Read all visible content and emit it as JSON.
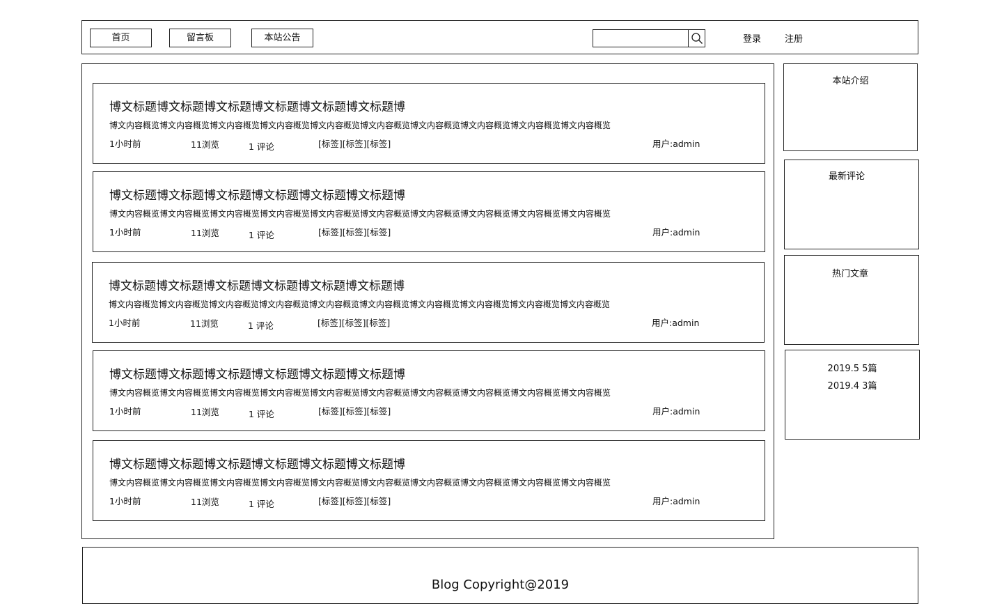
{
  "header": {
    "nav": {
      "home": "首页",
      "board": "留言板",
      "notice": "本站公告"
    },
    "search": {
      "value": "",
      "placeholder": ""
    },
    "login": "登录",
    "register": "注册"
  },
  "posts": [
    {
      "title": "博文标题博文标题博文标题博文标题博文标题博文标题博",
      "excerpt": "博文内容概览博文内容概览博文内容概览博文内容概览博文内容概览博文内容概览博文内容概览博文内容概览博文内容概览博文内容概览",
      "time": "1小时前",
      "views": "11浏览",
      "comments": "1 评论",
      "tags": [
        "[标签]",
        "[标签]",
        "[标签]"
      ],
      "user": "用户:admin"
    },
    {
      "title": "博文标题博文标题博文标题博文标题博文标题博文标题博",
      "excerpt": "博文内容概览博文内容概览博文内容概览博文内容概览博文内容概览博文内容概览博文内容概览博文内容概览博文内容概览博文内容概览",
      "time": "1小时前",
      "views": "11浏览",
      "comments": "1 评论",
      "tags": [
        "[标签]",
        "[标签]",
        "[标签]"
      ],
      "user": "用户:admin"
    },
    {
      "title": "博文标题博文标题博文标题博文标题博文标题博文标题博",
      "excerpt": "博文内容概览博文内容概览博文内容概览博文内容概览博文内容概览博文内容概览博文内容概览博文内容概览博文内容概览博文内容概览",
      "time": "1小时前",
      "views": "11浏览",
      "comments": "1 评论",
      "tags": [
        "[标签]",
        "[标签]",
        "[标签]"
      ],
      "user": "用户:admin"
    },
    {
      "title": "博文标题博文标题博文标题博文标题博文标题博文标题博",
      "excerpt": "博文内容概览博文内容概览博文内容概览博文内容概览博文内容概览博文内容概览博文内容概览博文内容概览博文内容概览博文内容概览",
      "time": "1小时前",
      "views": "11浏览",
      "comments": "1 评论",
      "tags": [
        "[标签]",
        "[标签]",
        "[标签]"
      ],
      "user": "用户:admin"
    },
    {
      "title": "博文标题博文标题博文标题博文标题博文标题博文标题博",
      "excerpt": "博文内容概览博文内容概览博文内容概览博文内容概览博文内容概览博文内容概览博文内容概览博文内容概览博文内容概览博文内容概览",
      "time": "1小时前",
      "views": "11浏览",
      "comments": "1 评论",
      "tags": [
        "[标签]",
        "[标签]",
        "[标签]"
      ],
      "user": "用户:admin"
    }
  ],
  "sidebar": {
    "intro_title": "本站介绍",
    "comments_title": "最新评论",
    "hot_title": "热门文章",
    "archives": [
      "2019.5 5篇",
      "2019.4 3篇"
    ]
  },
  "footer": {
    "copyright": "Blog Copyright@2019"
  }
}
